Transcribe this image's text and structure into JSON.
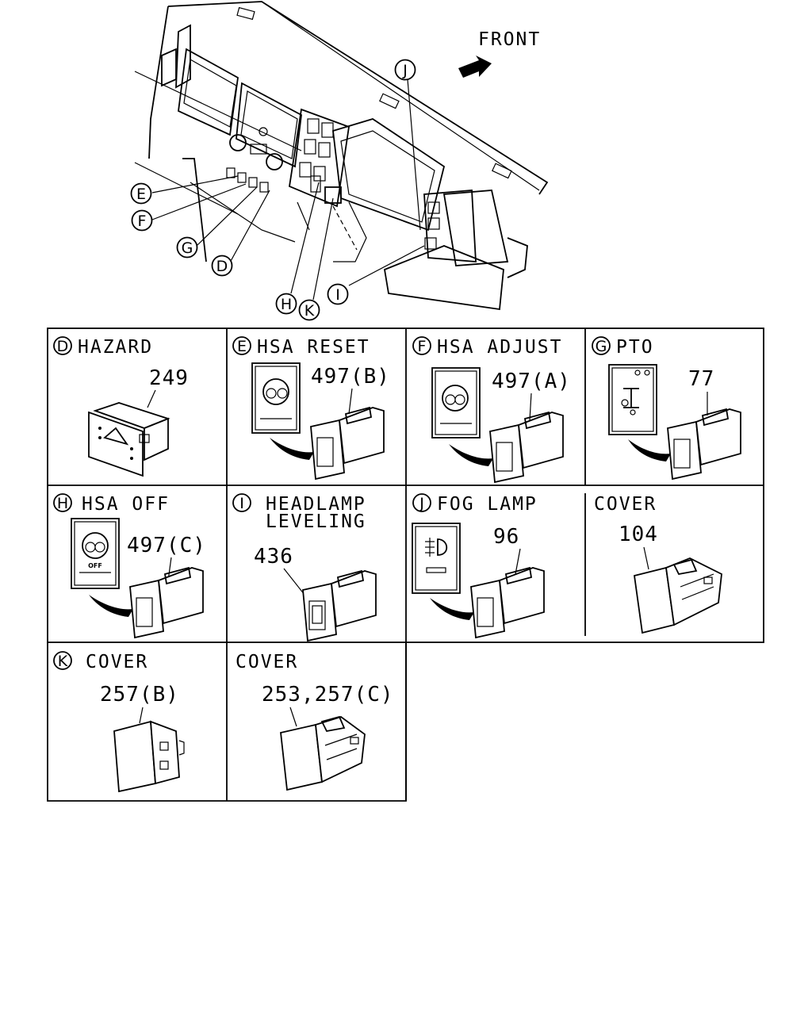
{
  "front_label": "FRONT",
  "overview_callouts": [
    "E",
    "F",
    "G",
    "D",
    "H",
    "K",
    "I",
    "J"
  ],
  "cells": [
    {
      "letter": "D",
      "title": "HAZARD",
      "part": "249"
    },
    {
      "letter": "E",
      "title": "HSA RESET",
      "part": "497(B)"
    },
    {
      "letter": "F",
      "title": "HSA ADJUST",
      "part": "497(A)"
    },
    {
      "letter": "G",
      "title": "PTO",
      "part": "77"
    },
    {
      "letter": "H",
      "title": "HSA OFF",
      "part": "497(C)",
      "icon_text": "OFF"
    },
    {
      "letter": "I",
      "title": "HEADLAMP",
      "title2": "LEVELING",
      "part": "436"
    },
    {
      "letter": "J",
      "title": "FOG LAMP",
      "part": "96"
    },
    {
      "letter": "",
      "title": "COVER",
      "part": "104"
    },
    {
      "letter": "K",
      "title": "COVER",
      "part": "257(B)"
    },
    {
      "letter": "",
      "title": "COVER",
      "part": "253,257(C)"
    }
  ]
}
